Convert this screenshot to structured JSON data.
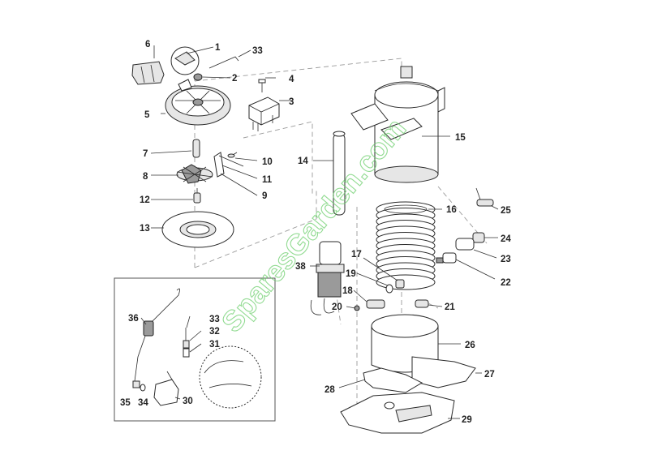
{
  "watermark": "SparesGarden.com",
  "callouts": {
    "c1": "1",
    "c2": "2",
    "c3": "3",
    "c4": "4",
    "c5": "5",
    "c6": "6",
    "c7": "7",
    "c8": "8",
    "c9": "9",
    "c10": "10",
    "c11": "11",
    "c12": "12",
    "c13": "13",
    "c14": "14",
    "c15": "15",
    "c16": "16",
    "c17": "17",
    "c18": "18",
    "c19": "19",
    "c20": "20",
    "c21": "21",
    "c22": "22",
    "c23": "23",
    "c24": "24",
    "c25": "25",
    "c26": "26",
    "c27": "27",
    "c28": "28",
    "c29": "29",
    "c30": "30",
    "c31": "31",
    "c32": "32",
    "c33a": "33",
    "c33b": "33",
    "c34": "34",
    "c35": "35",
    "c36": "36",
    "c38": "38"
  },
  "colors": {
    "line": "#2a2a2a",
    "dash": "#9a9a9a",
    "watermark": "#6ecf6e"
  }
}
